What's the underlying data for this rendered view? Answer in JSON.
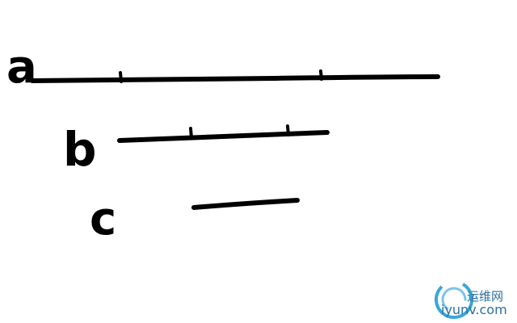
{
  "labels": {
    "a": "a",
    "b": "b",
    "c": "c"
  },
  "watermark": {
    "name": "运维网",
    "domain": "iyunv.com"
  },
  "colors": {
    "ink": "#000000",
    "watermark_text": "#2d6f9e",
    "watermark_logo": "#3aa6d8"
  },
  "icons": {
    "watermark_logo": "swoosh-circle-logo"
  }
}
